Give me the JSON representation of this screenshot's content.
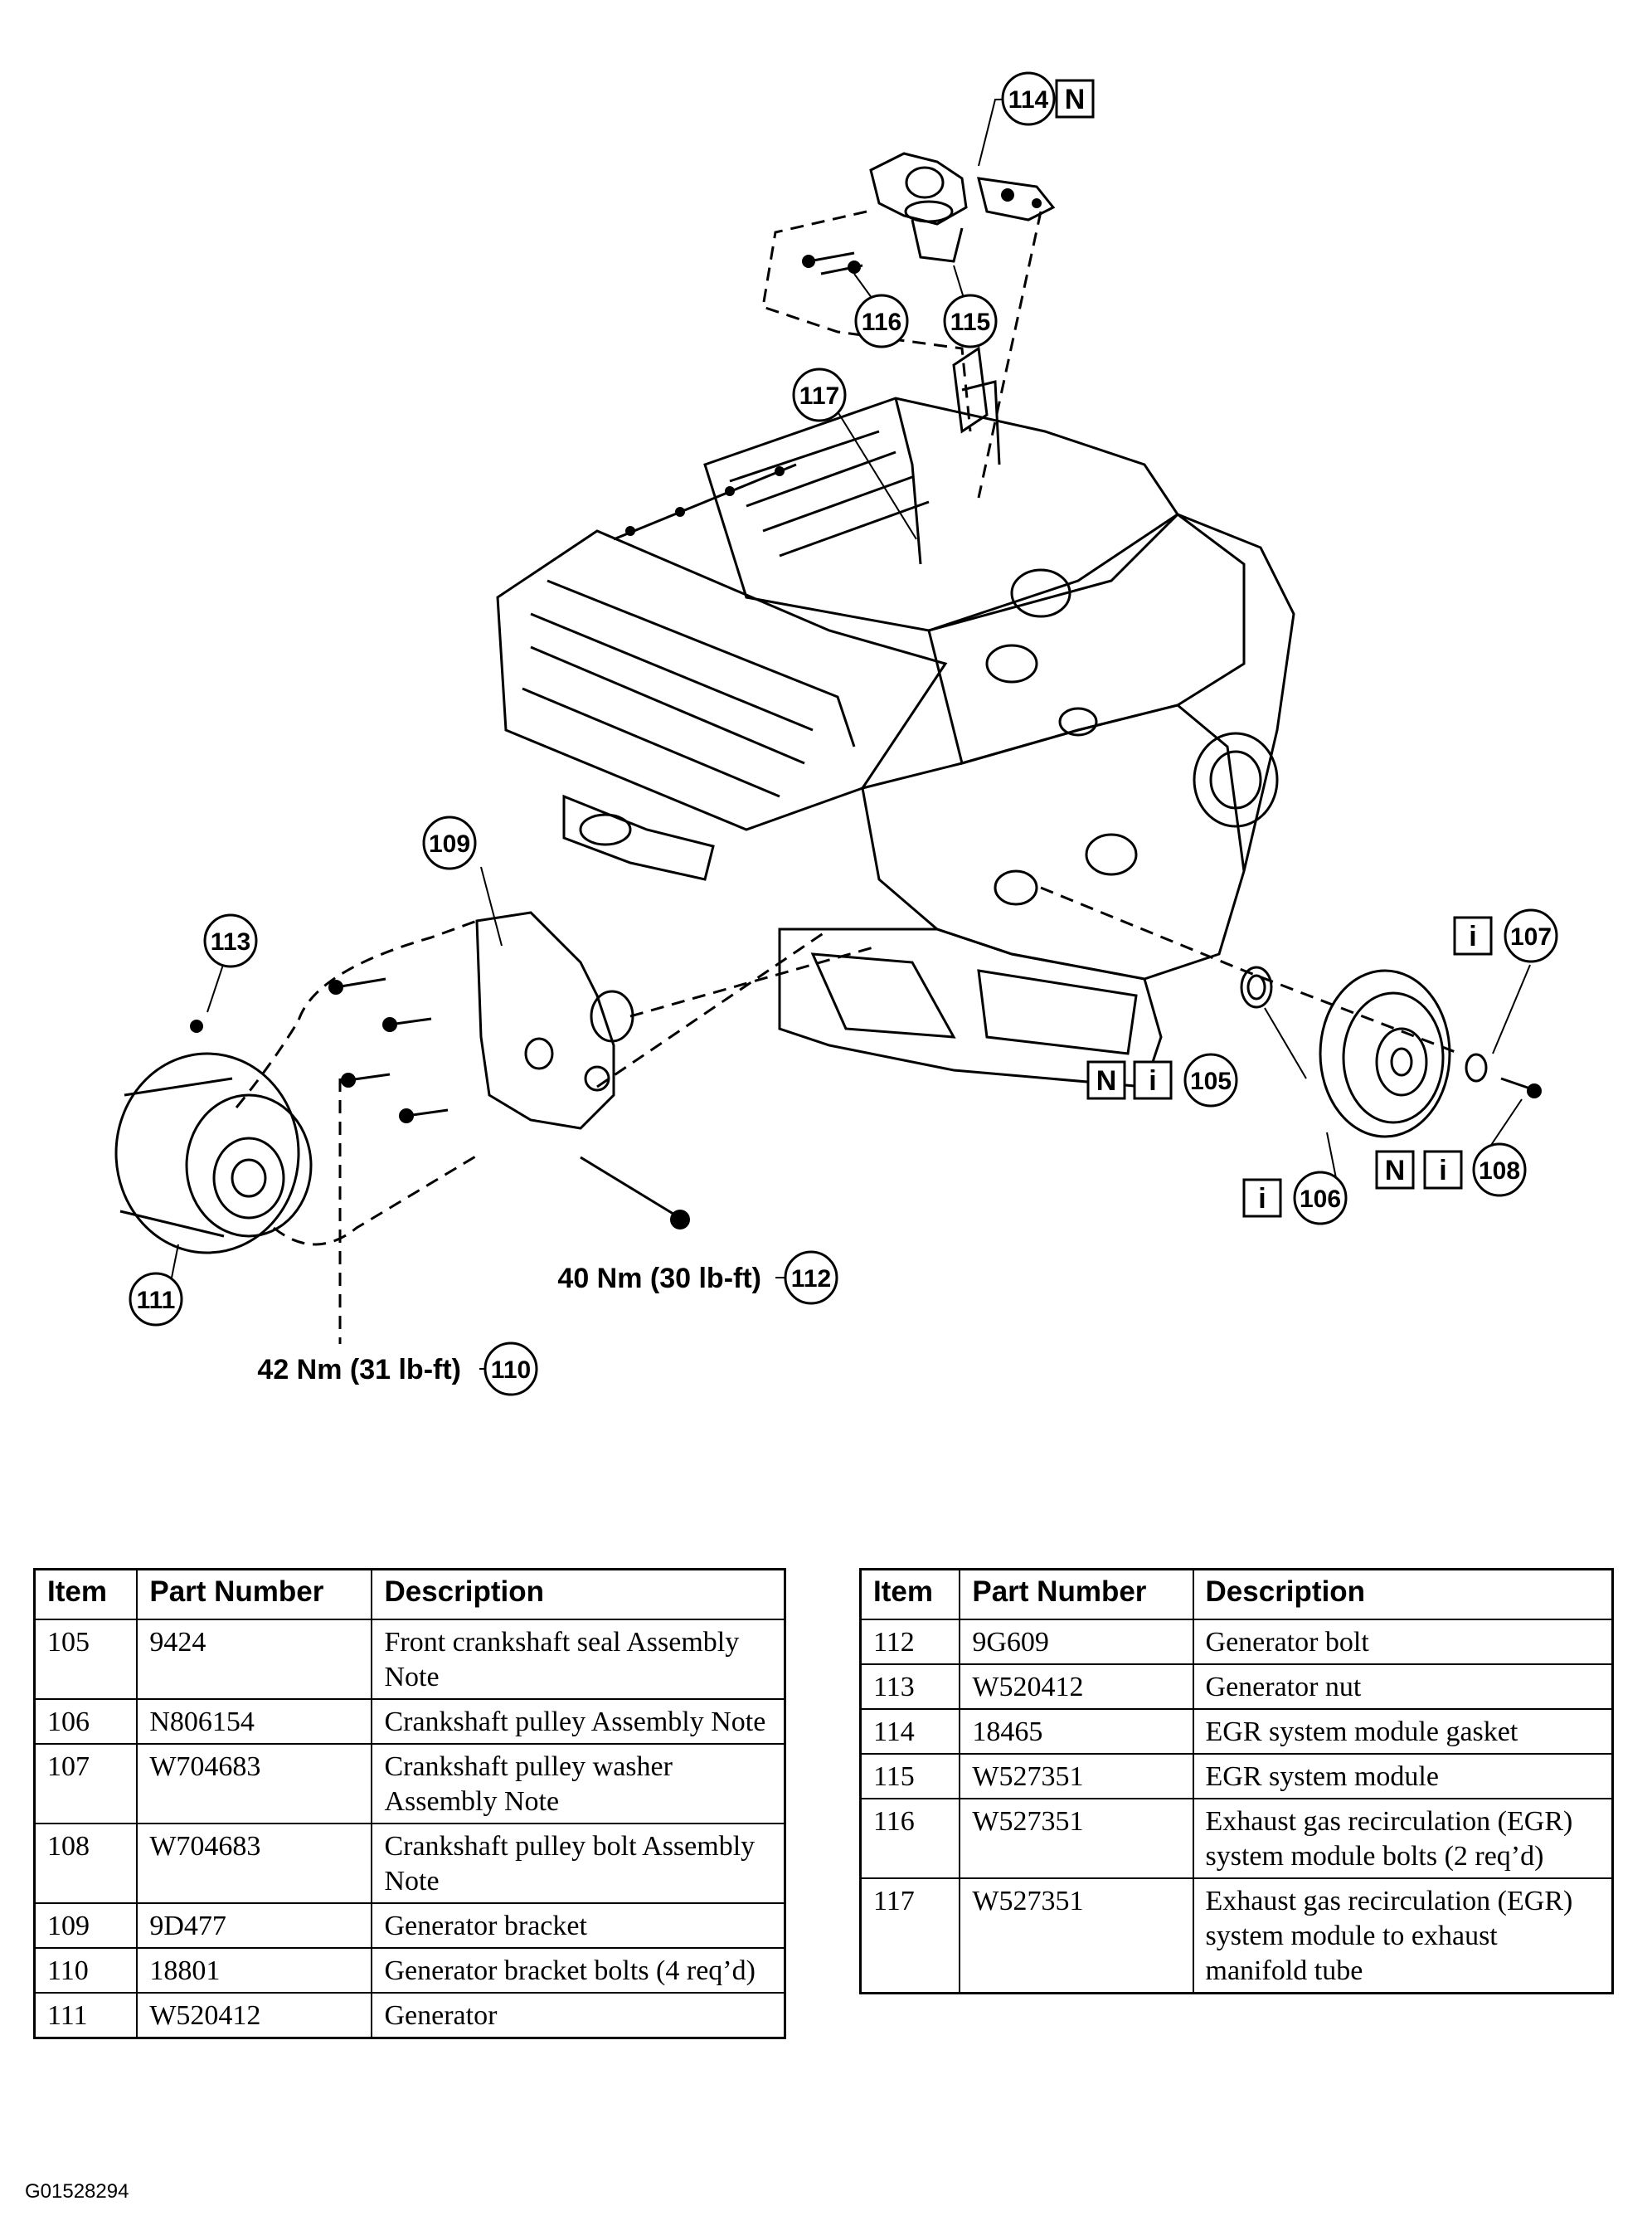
{
  "callouts": {
    "c105": "105",
    "c106": "106",
    "c107": "107",
    "c108": "108",
    "c109": "109",
    "c110": "110",
    "c111": "111",
    "c112": "112",
    "c113": "113",
    "c114": "114",
    "c115": "115",
    "c116": "116",
    "c117": "117"
  },
  "badges": {
    "new": "N",
    "info": "i"
  },
  "torque": {
    "t112": "40 Nm (30 lb-ft)",
    "t110": "42 Nm (31 lb-ft)"
  },
  "figure_id": "G01528294",
  "table_headers": {
    "item": "Item",
    "part": "Part Number",
    "desc": "Description"
  },
  "left_rows": [
    {
      "item": "105",
      "part": "9424",
      "desc": "Front crankshaft seal Assembly Note"
    },
    {
      "item": "106",
      "part": "N806154",
      "desc": "Crankshaft pulley Assembly Note"
    },
    {
      "item": "107",
      "part": "W704683",
      "desc": "Crankshaft pulley washer Assembly Note"
    },
    {
      "item": "108",
      "part": "W704683",
      "desc": "Crankshaft pulley bolt Assembly Note"
    },
    {
      "item": "109",
      "part": "9D477",
      "desc": "Generator bracket"
    },
    {
      "item": "110",
      "part": "18801",
      "desc": "Generator bracket bolts (4 req’d)"
    },
    {
      "item": "111",
      "part": "W520412",
      "desc": "Generator"
    }
  ],
  "right_rows": [
    {
      "item": "112",
      "part": "9G609",
      "desc": "Generator bolt"
    },
    {
      "item": "113",
      "part": "W520412",
      "desc": "Generator nut"
    },
    {
      "item": "114",
      "part": "18465",
      "desc": "EGR system module gasket"
    },
    {
      "item": "115",
      "part": "W527351",
      "desc": "EGR system module"
    },
    {
      "item": "116",
      "part": "W527351",
      "desc": "Exhaust gas recirculation (EGR) system module bolts (2 req’d)"
    },
    {
      "item": "117",
      "part": "W527351",
      "desc": "Exhaust gas recirculation (EGR) system module to exhaust manifold tube"
    }
  ]
}
